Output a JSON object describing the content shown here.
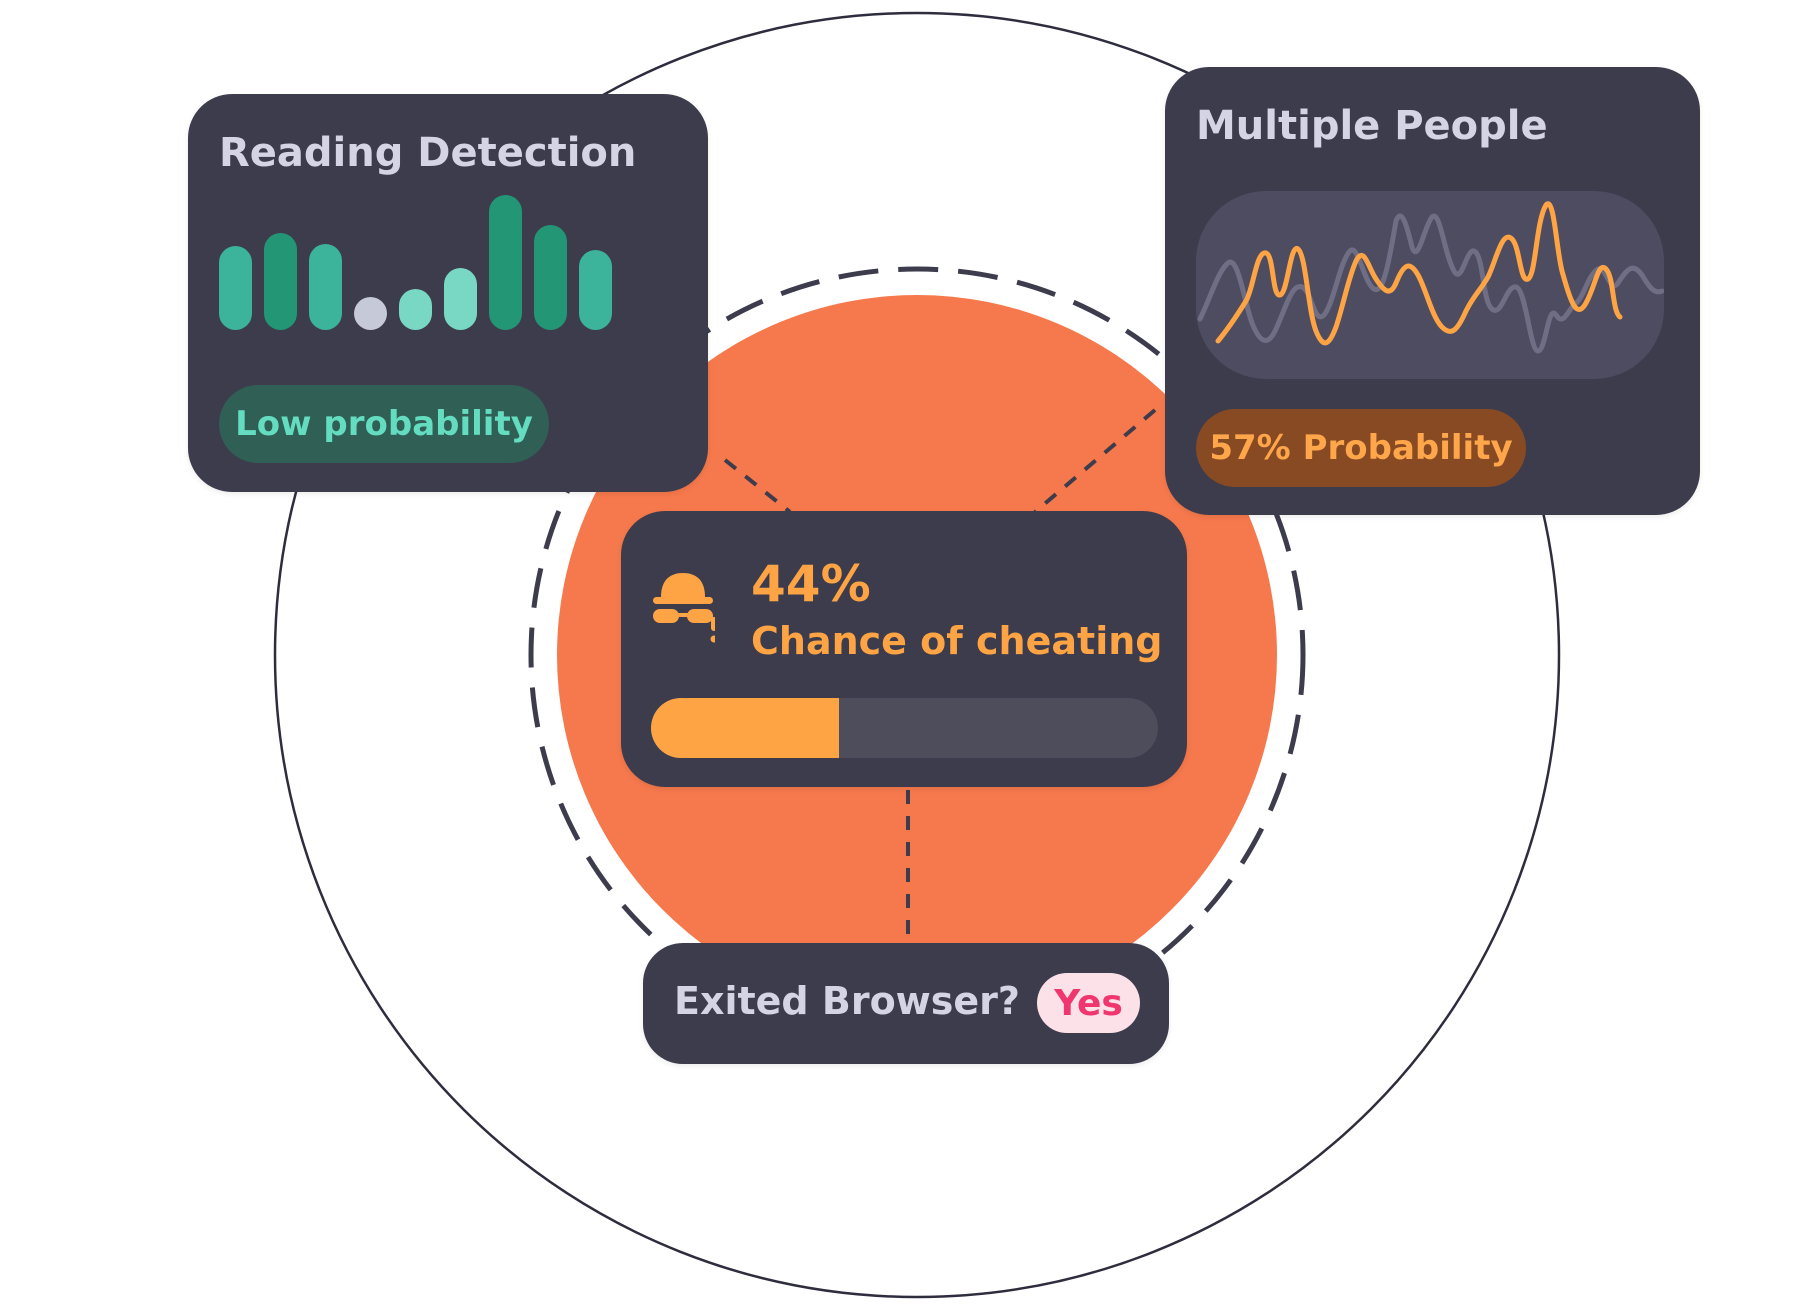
{
  "reading_detection": {
    "title": "Reading Detection",
    "status": "Low probability",
    "bar_levels": [
      0.62,
      0.72,
      0.64,
      0.2,
      0.3,
      0.46,
      1.0,
      0.78,
      0.59
    ],
    "bar_colors": [
      "#3bb49b",
      "#229675",
      "#3bb49b",
      "#c6c9d8",
      "#79d8c4",
      "#79d8c4",
      "#229675",
      "#229675",
      "#3bb49b"
    ]
  },
  "multiple_people": {
    "title": "Multiple People",
    "status": "57% Probability"
  },
  "cheating": {
    "percent": "44%",
    "label": "Chance of cheating",
    "progress": 0.37
  },
  "exited_browser": {
    "label": "Exited Browser?",
    "value": "Yes"
  },
  "colors": {
    "card": "#3d3c4c",
    "accent_orange": "#f5794c",
    "amber": "#ffa444",
    "teal": "#64dcc0",
    "pink": "#f0366e"
  },
  "icons": {
    "cheating": "spy-hat-glasses-icon"
  }
}
